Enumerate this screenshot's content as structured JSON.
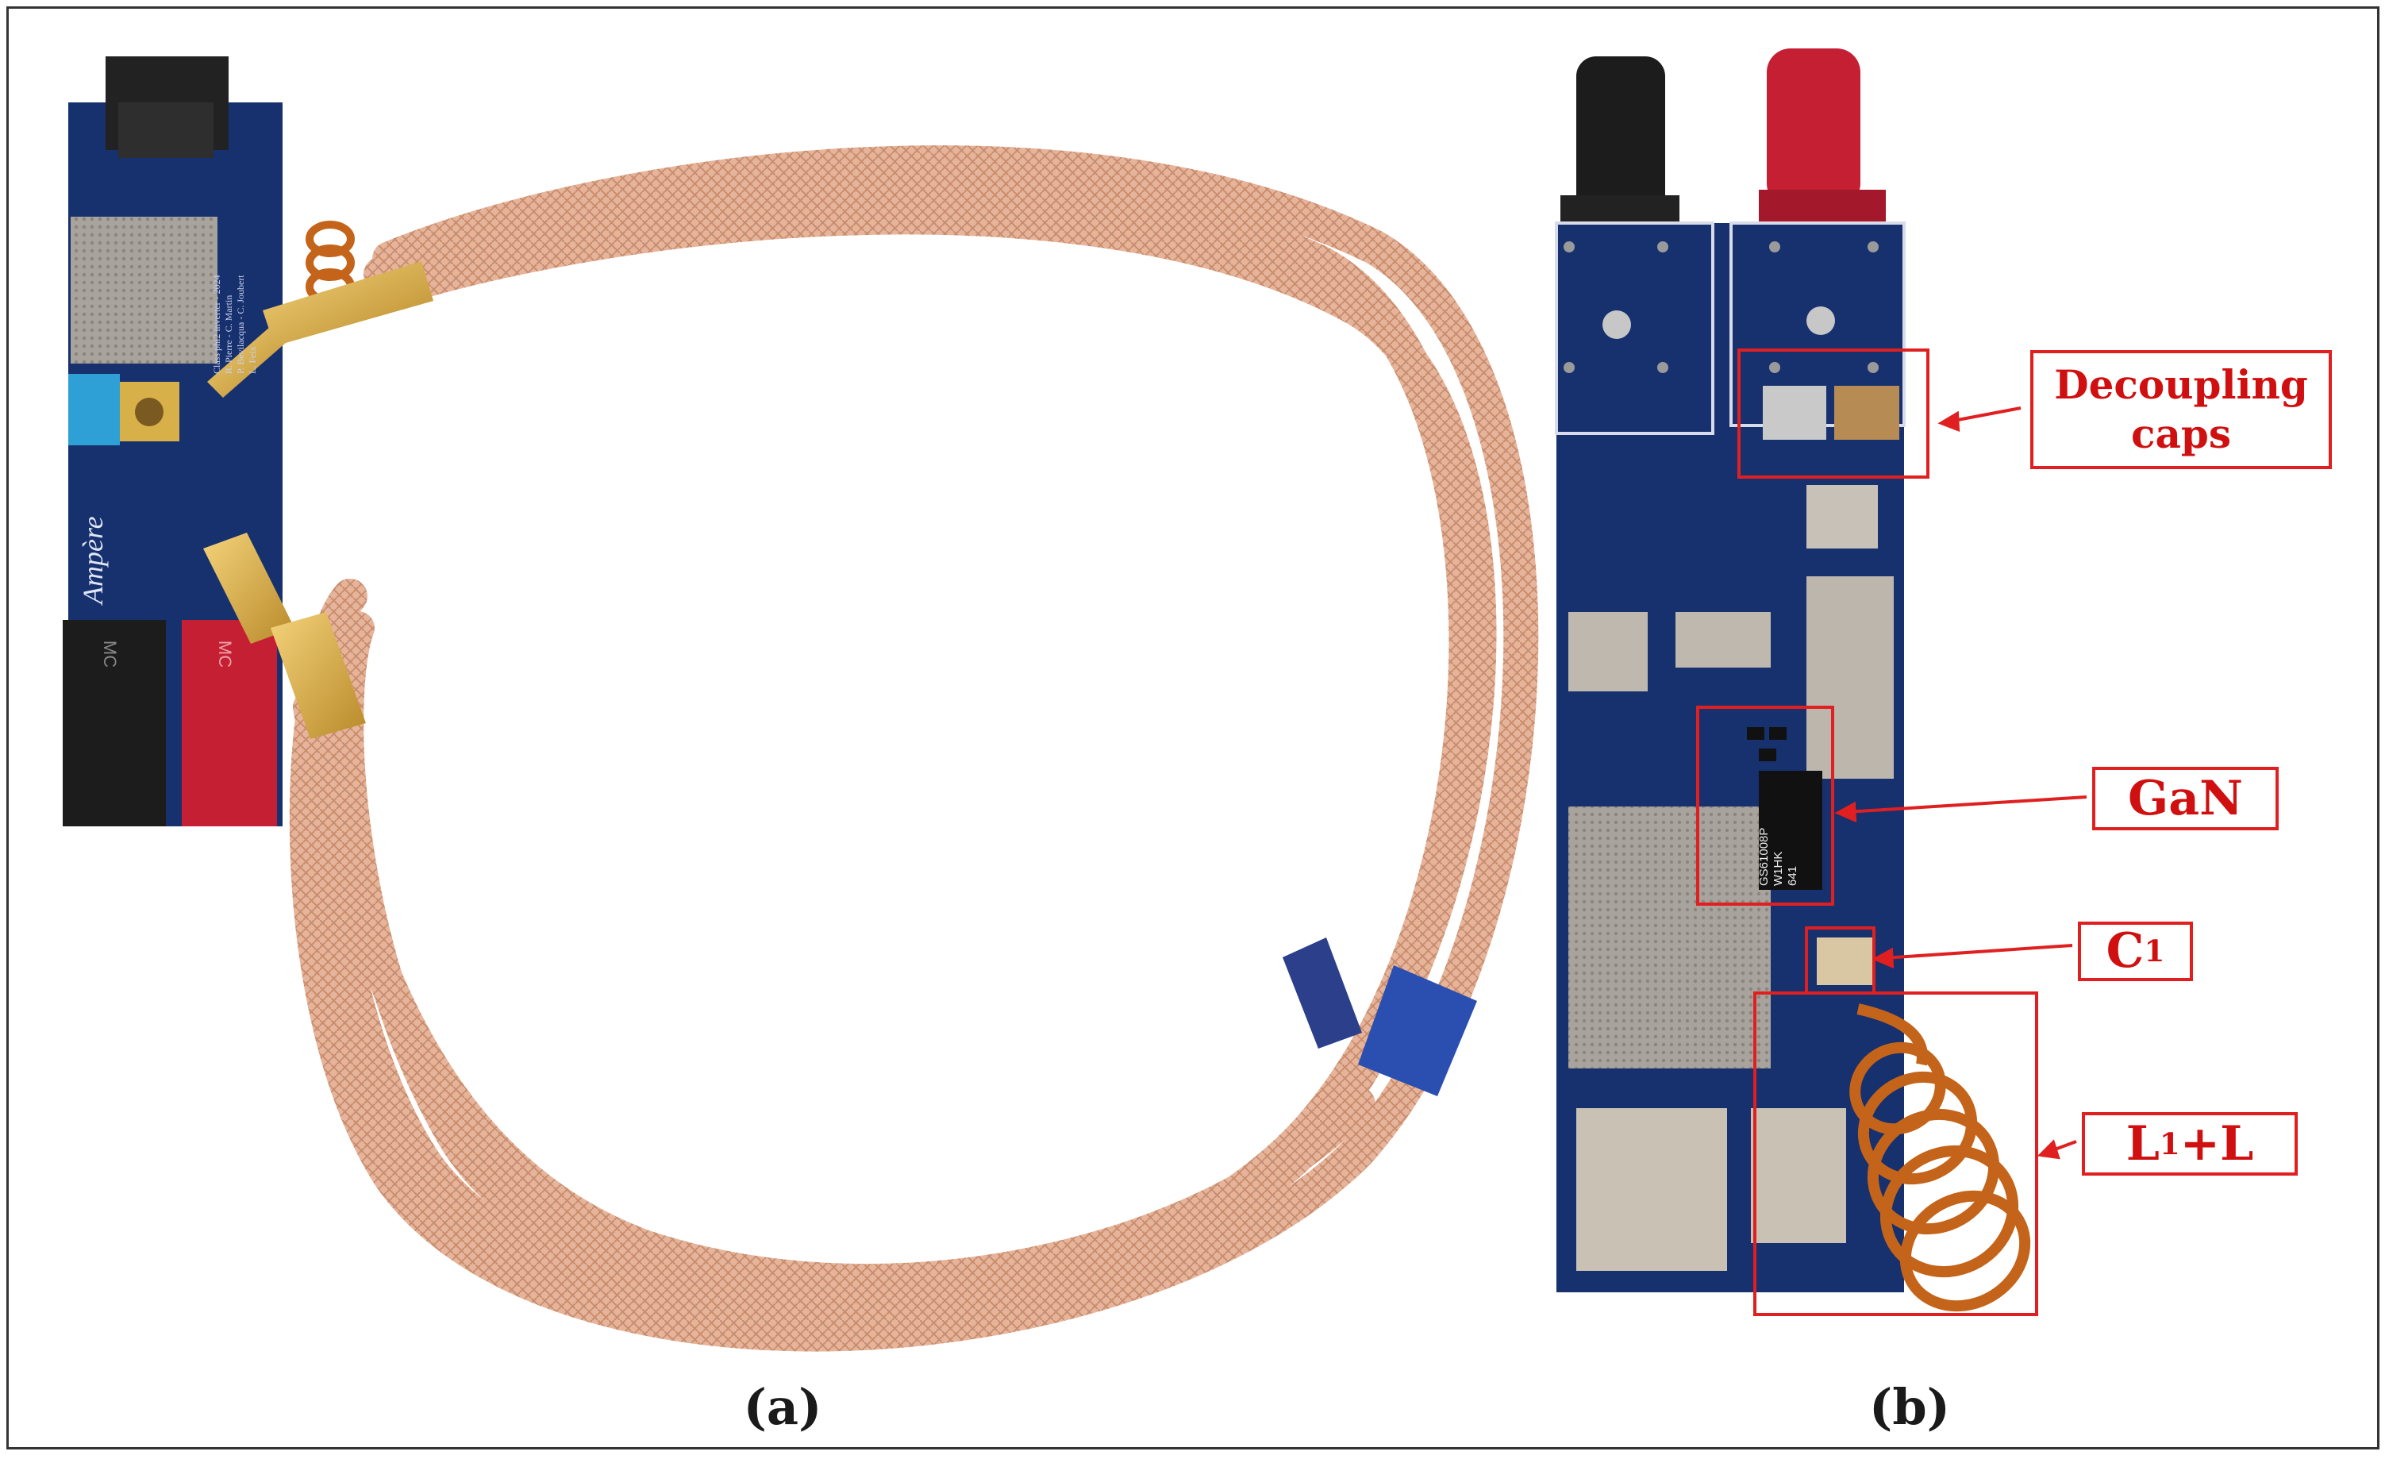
{
  "figure": {
    "panel_a_caption": "(a)",
    "panel_b_caption": "(b)",
    "annotations": {
      "decoupling": "Decoupling caps",
      "gan": "GaN",
      "c1_main": "C",
      "c1_sub": "1",
      "l_main": "L",
      "l_sub": "1",
      "l_rest": "+L"
    },
    "board_a_text": {
      "title_line": "Class phi2 inverter - 2024",
      "authors_1": "R. Pierre - C. Martin",
      "authors_2": "P. Bevilacqua - C. Joubert",
      "authors_3": "L. Feix",
      "logo": "Ampère",
      "connector_label_black": "MC",
      "connector_label_red": "MC"
    },
    "board_b_text": {
      "chip_line_1": "GS61008P",
      "chip_line_2": "W1HK",
      "chip_line_3": "641"
    },
    "colors": {
      "annotation_red": "#e02020",
      "pcb_blue": "#17306e",
      "copper": "#d9a384",
      "coil": "#c4641a"
    }
  }
}
